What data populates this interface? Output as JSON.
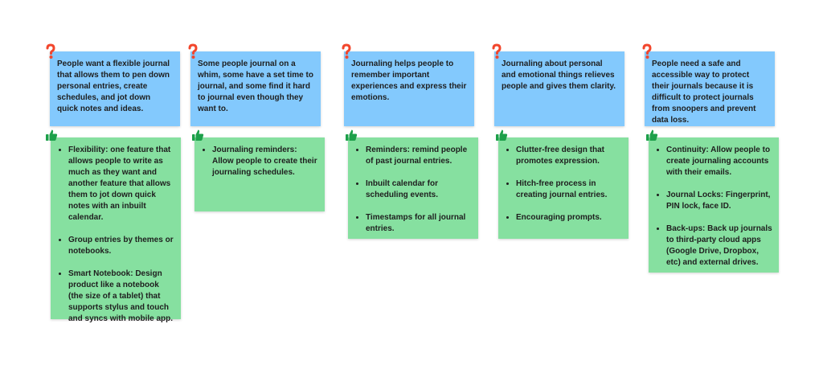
{
  "colors": {
    "problem_bg": "#83c9fd",
    "solution_bg": "#86e0a0",
    "question_icon": "#f2462c",
    "thumb_icon": "#1da04a"
  },
  "icons": {
    "problem": "question-mark-icon",
    "solution": "thumbs-up-icon"
  },
  "columns": [
    {
      "problem": "People want a flexible journal that allows them to pen down personal entries, create schedules, and jot down quick notes and ideas.",
      "solutions": [
        "Flexibility: one feature that allows people to write as much as they want and another feature that allows them to jot down quick notes with an inbuilt calendar.",
        "Group entries by themes or notebooks.",
        "Smart Notebook: Design product like a notebook (the size of a tablet) that supports stylus and touch and syncs with mobile app."
      ]
    },
    {
      "problem": "Some people journal on a whim, some have a set time to journal, and some find it hard to journal even though they want to.",
      "solutions": [
        "Journaling reminders: Allow people to create their journaling schedules."
      ]
    },
    {
      "problem": "Journaling helps people to remember important experiences and express their emotions.",
      "solutions": [
        "Reminders: remind people of past journal entries.",
        "Inbuilt calendar for scheduling events.",
        "Timestamps for all journal entries."
      ]
    },
    {
      "problem": "Journaling about personal and emotional things relieves people and gives them clarity.",
      "solutions": [
        "Clutter-free design that promotes expression.",
        "Hitch-free process in creating journal entries.",
        "Encouraging prompts."
      ]
    },
    {
      "problem": "People need a safe and accessible way to protect their journals because it is difficult to protect journals from snoopers and prevent data loss.",
      "solutions": [
        "Continuity: Allow people to create journaling accounts with their emails.",
        "Journal Locks: Fingerprint, PIN lock, face ID.",
        "Back-ups: Back up journals to third-party cloud apps (Google Drive, Dropbox, etc) and external drives."
      ]
    }
  ]
}
